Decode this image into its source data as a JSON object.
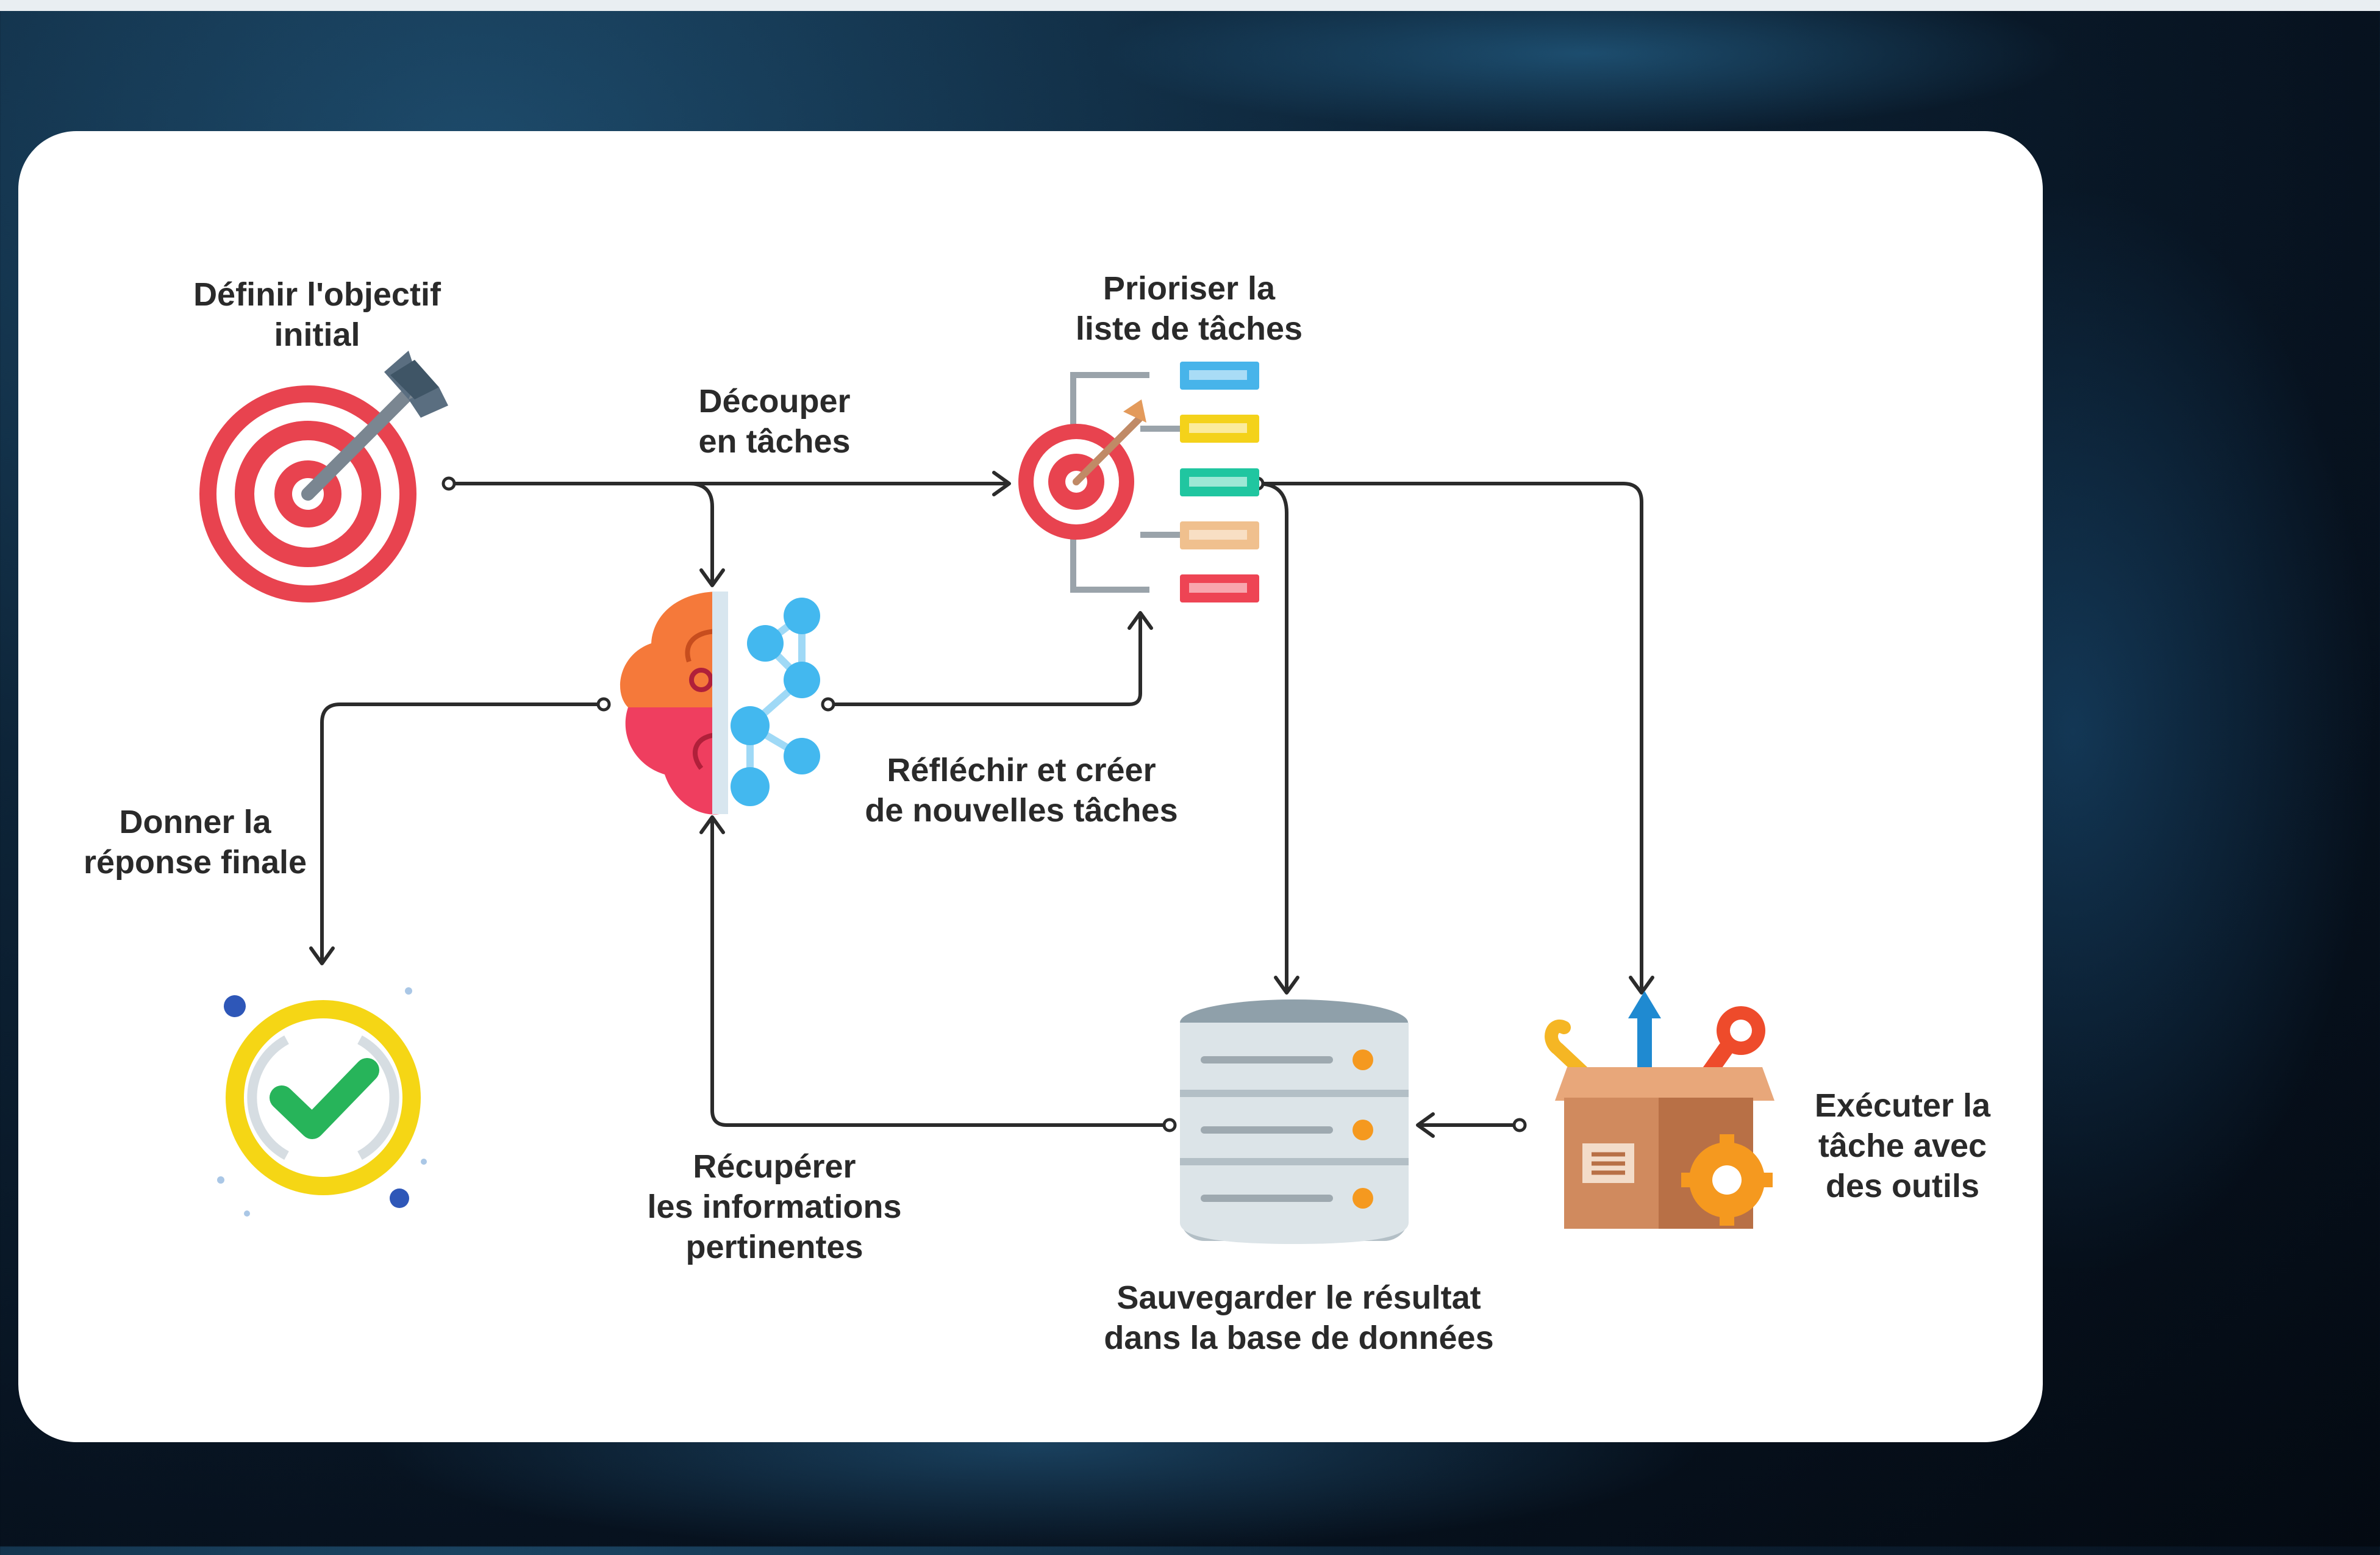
{
  "steps": {
    "define_objective": "Définir l'objectif\ninitial",
    "split_tasks": "Découper\nen tâches",
    "prioritize": "Prioriser la\nliste de tâches",
    "think_create": "Réfléchir et créer\nde nouvelles tâches",
    "final_answer": "Donner la\nréponse finale",
    "retrieve_info": "Récupérer\nles informations\npertinentes",
    "save_result": "Sauvegarder le résultat\ndans la base de données",
    "execute_task": "Exécuter la\ntâche avec\ndes outils"
  },
  "icons": {
    "target": "target-arrow-icon",
    "task_list": "prioritized-list-icon",
    "brain": "brain-network-icon",
    "check": "check-badge-icon",
    "database": "database-icon",
    "toolbox": "toolbox-icon"
  },
  "colors": {
    "target_red": "#e8434f",
    "brain_orange": "#f5793a",
    "brain_pink": "#ef3e5f",
    "node_blue": "#43b8ef",
    "check_yellow": "#f5d615",
    "check_green": "#27b45a",
    "db_gray": "#b3bfc6",
    "box_brown": "#d08a5e",
    "gear_orange": "#f5991f"
  }
}
